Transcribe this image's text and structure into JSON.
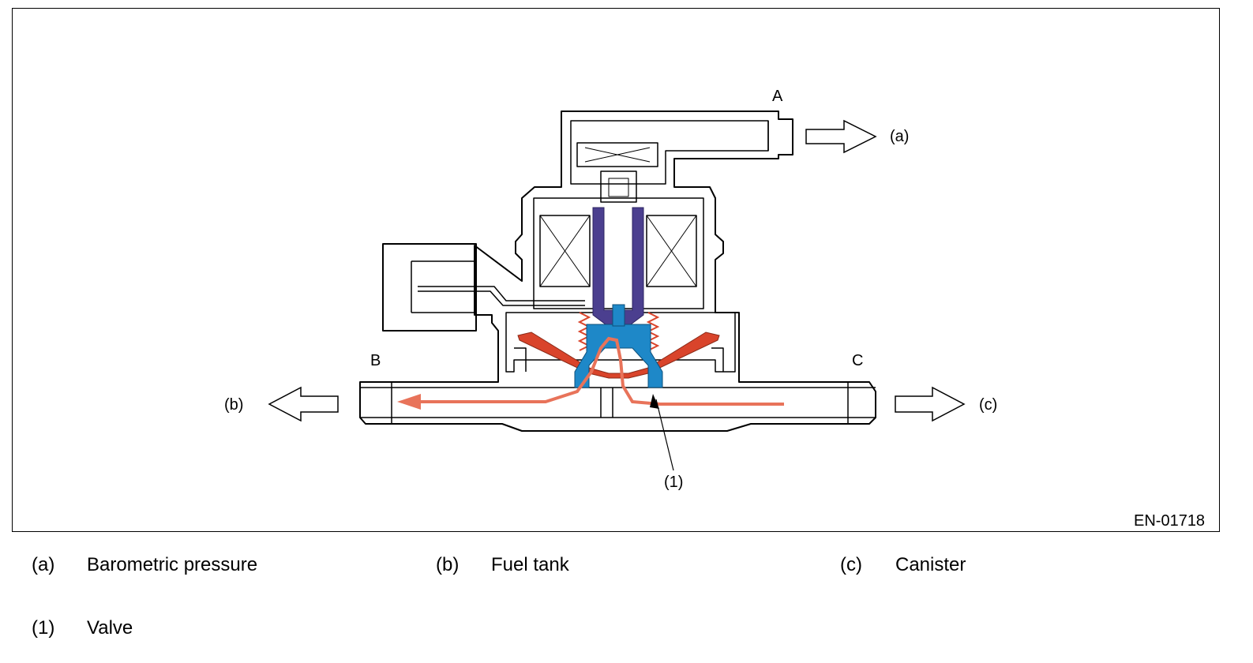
{
  "figure": {
    "code": "EN-01718",
    "ports": {
      "A": "A",
      "B": "B",
      "C": "C"
    },
    "flow_labels": {
      "a": "(a)",
      "b": "(b)",
      "c": "(c)"
    },
    "part_callouts": {
      "valve": "(1)"
    },
    "colors": {
      "outline": "#000000",
      "flow_arrow": "#E8735A",
      "diaphragm": "#D9442B",
      "plunger": "#4B3F8F",
      "valve_body": "#1E88C8"
    }
  },
  "legend": [
    {
      "key": "(a)",
      "text": "Barometric pressure"
    },
    {
      "key": "(b)",
      "text": "Fuel tank"
    },
    {
      "key": "(c)",
      "text": "Canister"
    },
    {
      "key": "(1)",
      "text": "Valve"
    }
  ]
}
